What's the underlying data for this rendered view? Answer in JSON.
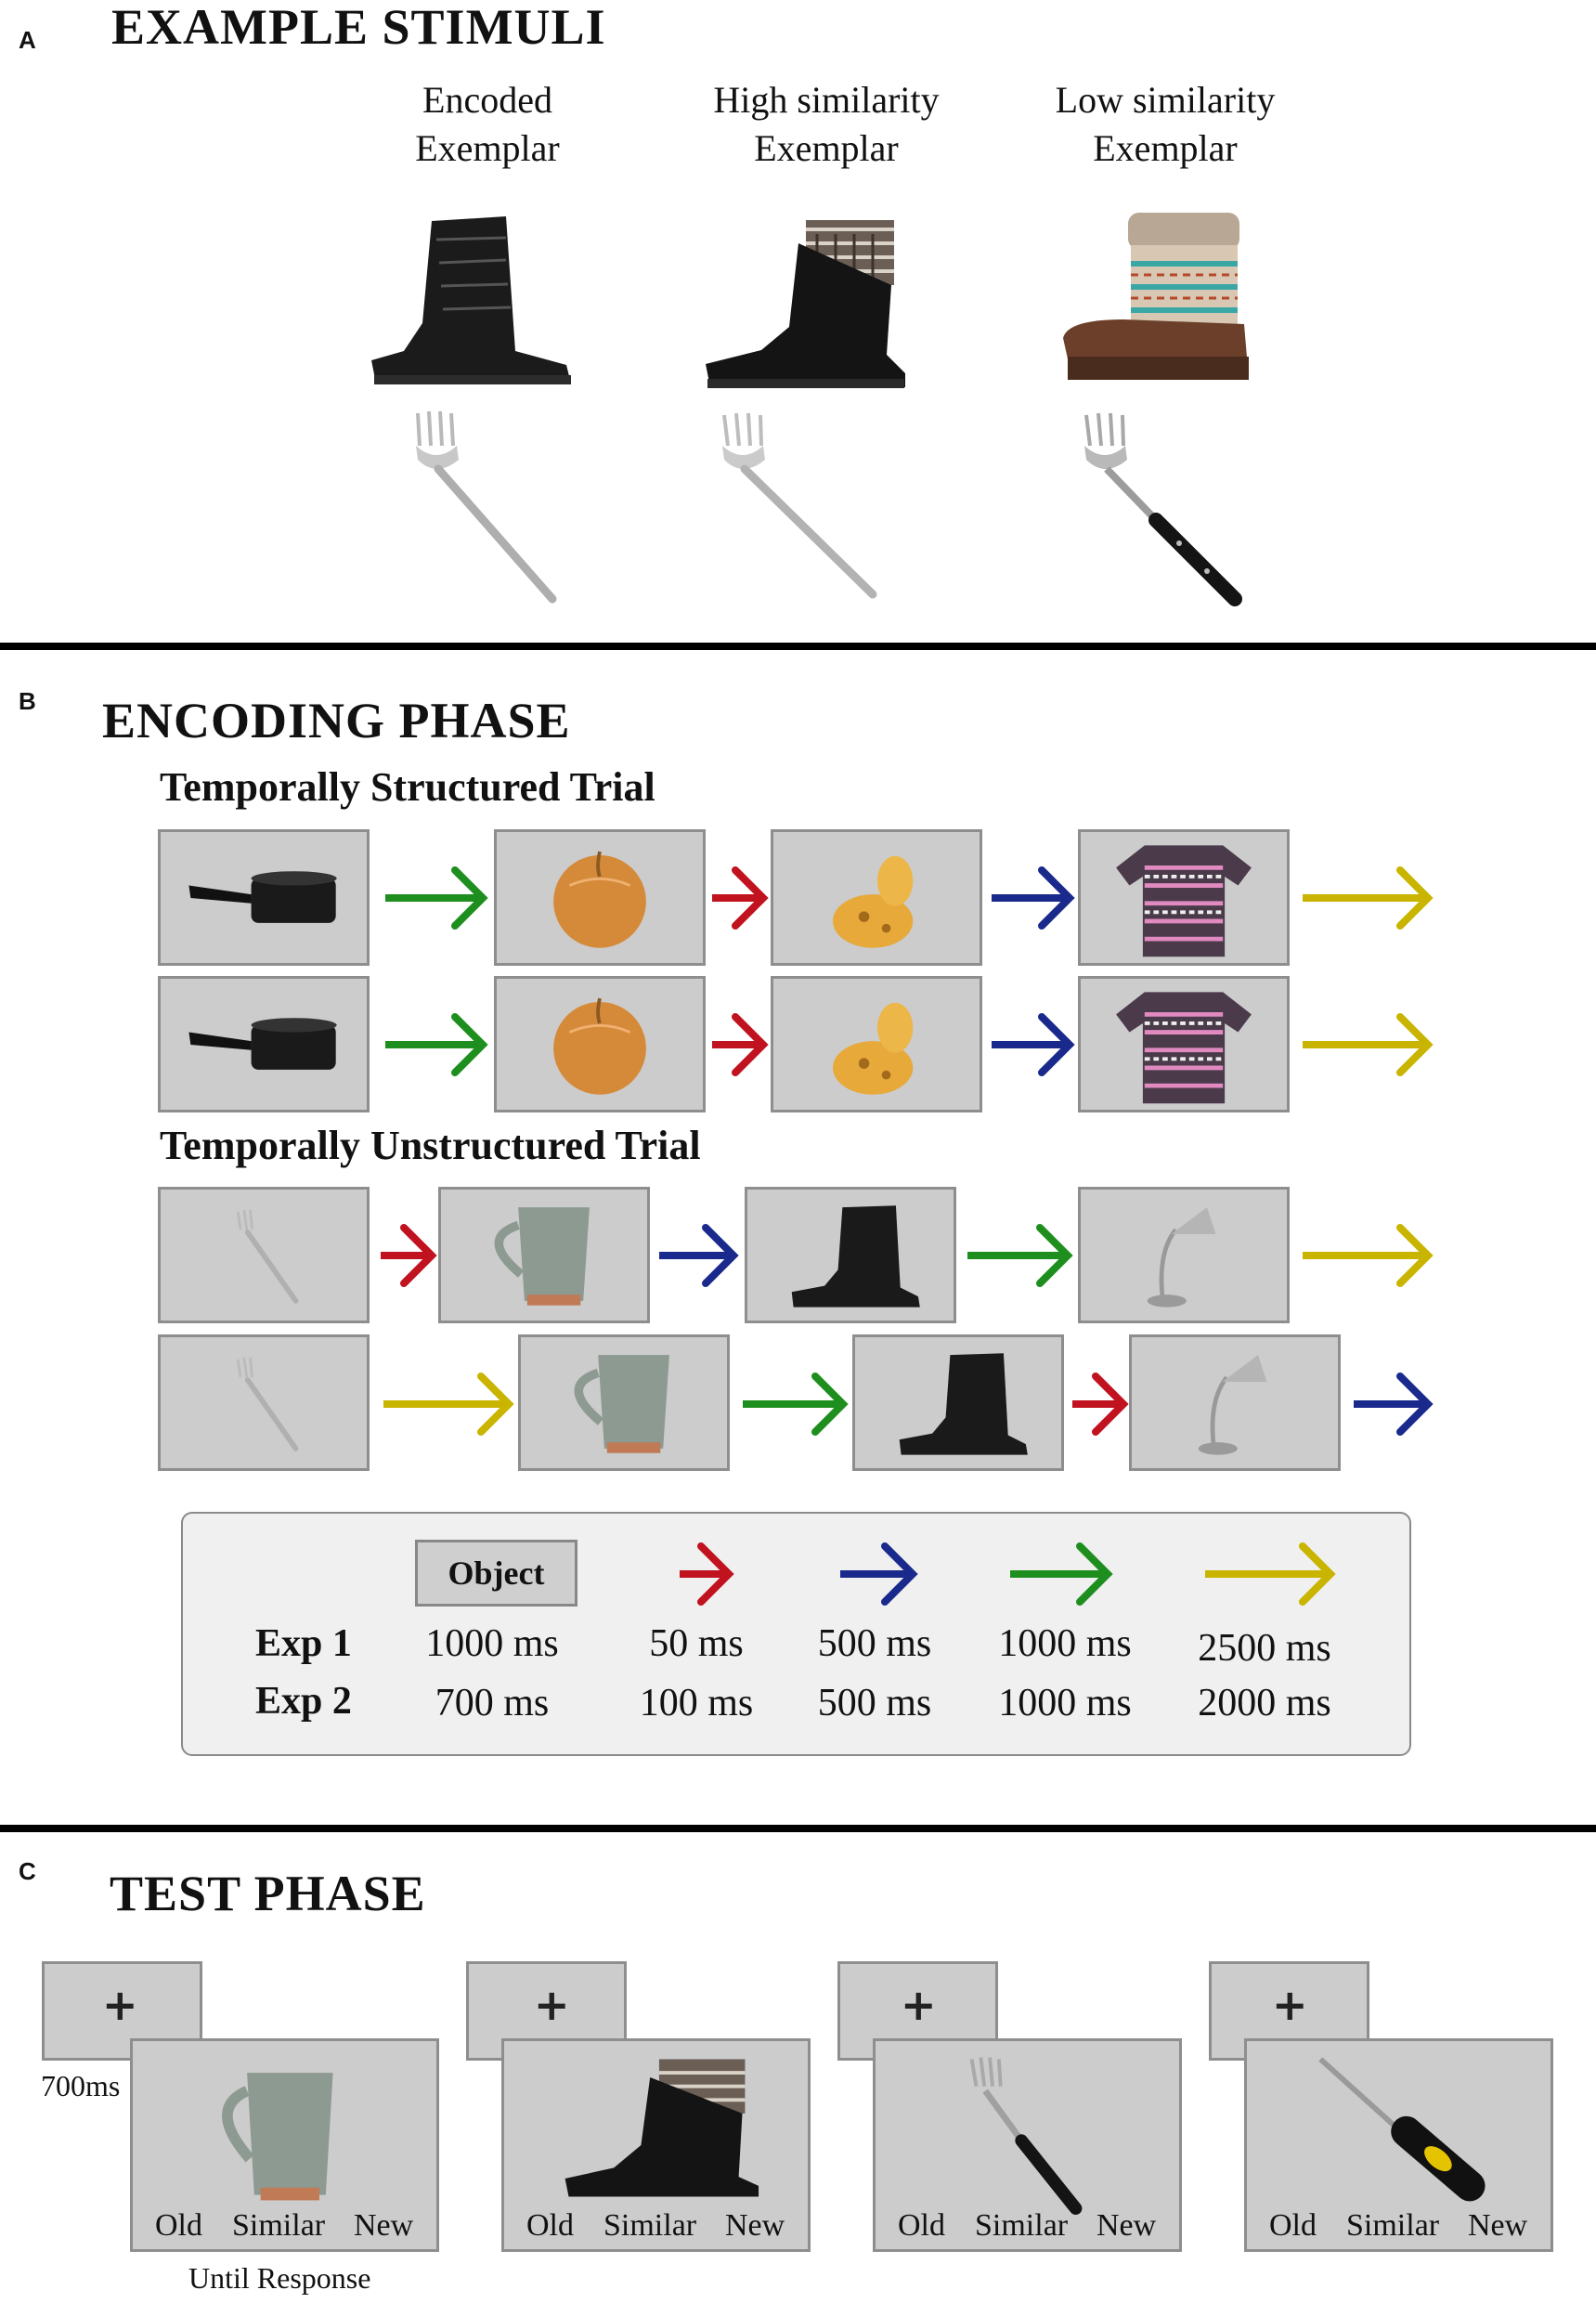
{
  "panelA": {
    "letter": "A",
    "title": "EXAMPLE STIMULI",
    "columns": [
      {
        "line1": "Encoded",
        "line2": "Exemplar"
      },
      {
        "line1": "High similarity",
        "line2": "Exemplar"
      },
      {
        "line1": "Low similarity",
        "line2": "Exemplar"
      }
    ]
  },
  "panelB": {
    "letter": "B",
    "title": "ENCODING PHASE",
    "structured_label": "Temporally Structured Trial",
    "unstructured_label": "Temporally Unstructured Trial",
    "legend": {
      "object_label": "Object",
      "rows": [
        {
          "label": "Exp 1",
          "object": "1000 ms",
          "red": "50 ms",
          "blue": "500 ms",
          "green": "1000 ms",
          "yellow": "2500 ms"
        },
        {
          "label": "Exp 2",
          "object": "700 ms",
          "red": "100 ms",
          "blue": "500 ms",
          "green": "1000 ms",
          "yellow": "2000 ms"
        }
      ]
    },
    "arrow_colors": {
      "red": "#c1121f",
      "blue": "#1a2a8c",
      "green": "#1e8f1e",
      "yellow": "#c9b400"
    }
  },
  "panelC": {
    "letter": "C",
    "title": "TEST PHASE",
    "fixation_symbol": "+",
    "fixation_duration": "700ms",
    "response_options": [
      "Old",
      "Similar",
      "New"
    ],
    "response_note": "Until Response"
  }
}
